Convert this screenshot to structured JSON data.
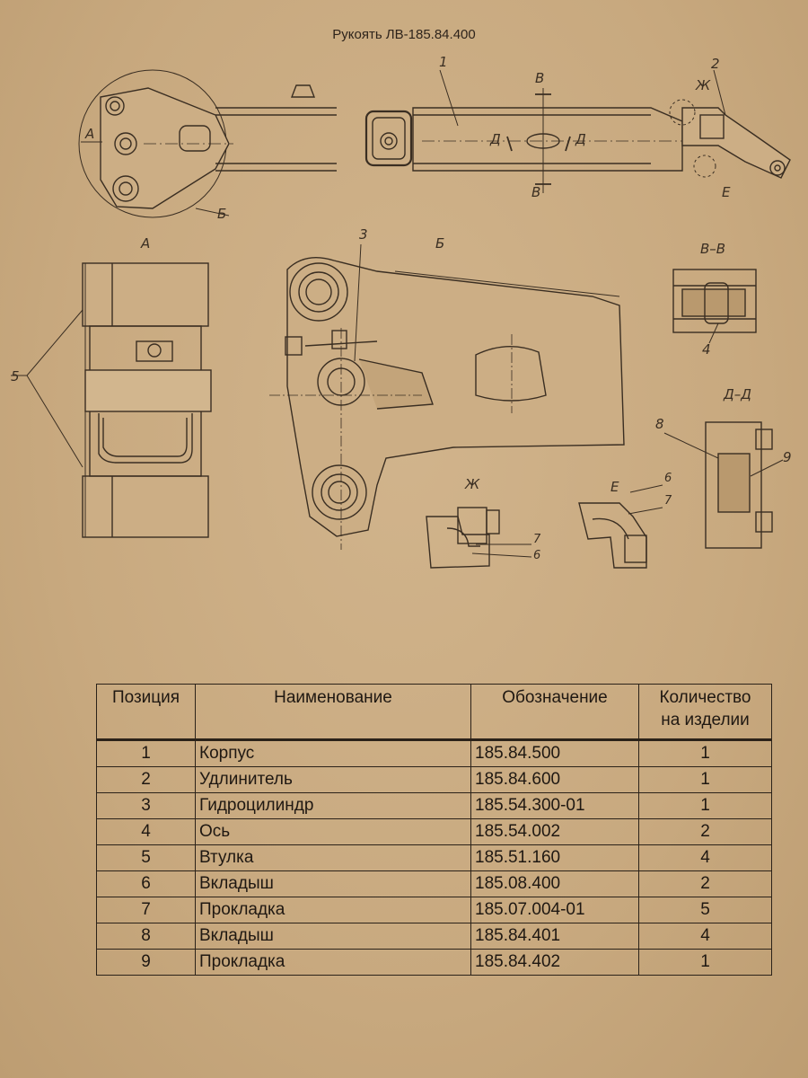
{
  "title": "Рукоять ЛВ-185.84.400",
  "labels": {
    "view_a": "А",
    "view_b": "Б",
    "section_v": "В–В",
    "section_d": "Д–Д",
    "view_zh": "Ж",
    "view_e": "Е",
    "callout_b_top": "Б",
    "callout_v": "В",
    "callout_d": "Д",
    "callout_zh": "Ж",
    "callout_e": "Е",
    "callout_a": "А",
    "pos1": "1",
    "pos2": "2",
    "pos3": "3",
    "pos4": "4",
    "pos5": "5",
    "pos6": "6",
    "pos7": "7",
    "pos8": "8",
    "pos9": "9"
  },
  "table": {
    "headers": {
      "position": "Позиция",
      "name": "Наименование",
      "designation": "Обозначение",
      "quantity_line1": "Количество",
      "quantity_line2": "на изделии"
    },
    "rows": [
      {
        "pos": "1",
        "name": "Корпус",
        "designation": "185.84.500",
        "qty": "1"
      },
      {
        "pos": "2",
        "name": "Удлинитель",
        "designation": "185.84.600",
        "qty": "1"
      },
      {
        "pos": "3",
        "name": "Гидроцилиндр",
        "designation": "185.54.300-01",
        "qty": "1"
      },
      {
        "pos": "4",
        "name": "Ось",
        "designation": "185.54.002",
        "qty": "2"
      },
      {
        "pos": "5",
        "name": "Втулка",
        "designation": "185.51.160",
        "qty": "4"
      },
      {
        "pos": "6",
        "name": "Вкладыш",
        "designation": "185.08.400",
        "qty": "2"
      },
      {
        "pos": "7",
        "name": "Прокладка",
        "designation": "185.07.004-01",
        "qty": "5"
      },
      {
        "pos": "8",
        "name": "Вкладыш",
        "designation": "185.84.401",
        "qty": "4"
      },
      {
        "pos": "9",
        "name": "Прокладка",
        "designation": "185.84.402",
        "qty": "1"
      }
    ]
  }
}
